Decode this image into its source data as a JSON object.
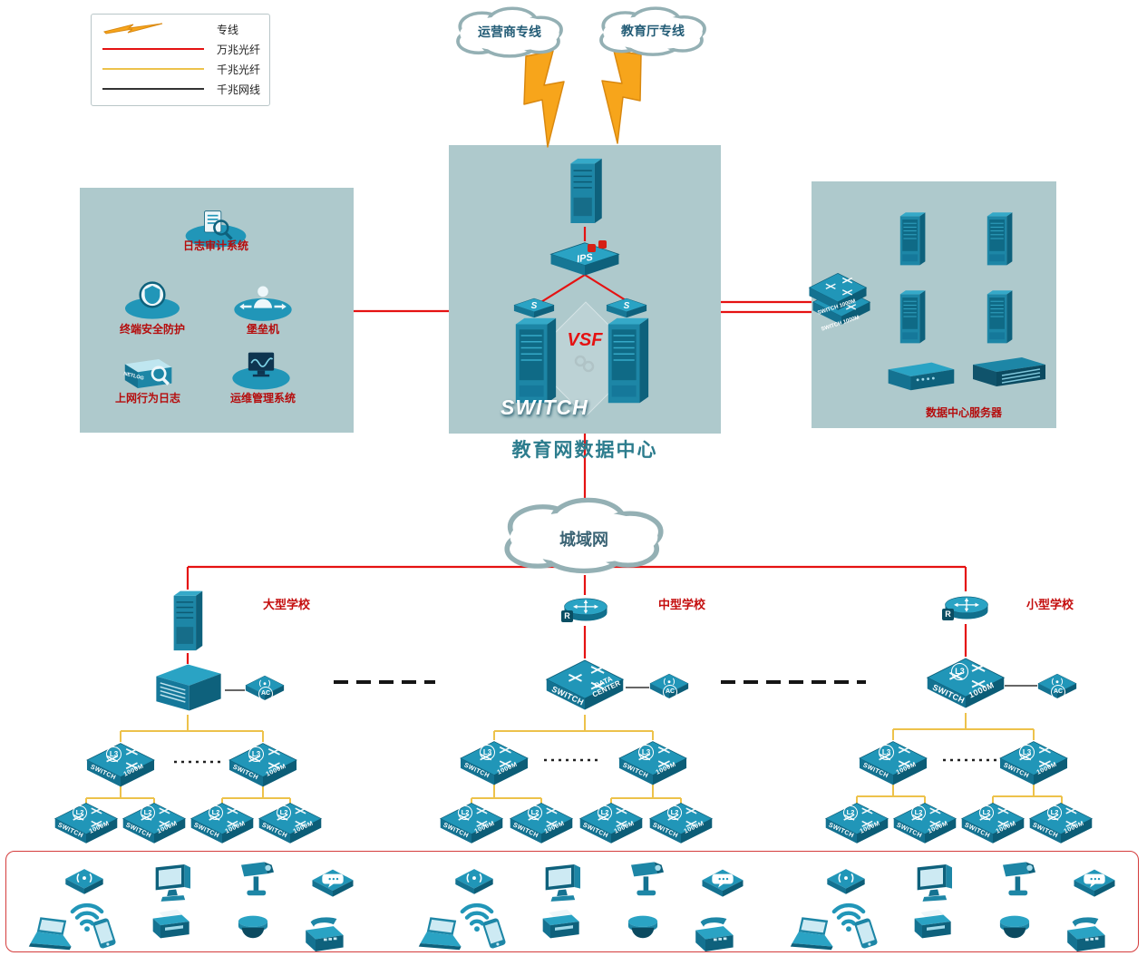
{
  "legend": {
    "items": [
      {
        "type": "lightning",
        "label": "专线"
      },
      {
        "type": "line-red",
        "label": "万兆光纤"
      },
      {
        "type": "line-yellow",
        "label": "千兆光纤"
      },
      {
        "type": "line-black",
        "label": "千兆网线"
      }
    ]
  },
  "clouds": {
    "operator": "运营商专线",
    "education": "教育厅专线",
    "metro": "城域网"
  },
  "data_center": {
    "title": "教育网数据中心",
    "vsf": "VSF",
    "watermark": "SWITCH",
    "ips": "IPS",
    "server_module": "S"
  },
  "security_zone": {
    "items": [
      "日志审计系统",
      "终端安全防护",
      "堡垒机",
      "上网行为日志",
      "运维管理系统"
    ],
    "netlog": "NETLOG"
  },
  "server_zone": {
    "title": "数据中心服务器",
    "switch_label": "SWITCH 1000M"
  },
  "schools": {
    "large": "大型学校",
    "medium": "中型学校",
    "small": "小型学校"
  },
  "device_labels": {
    "l3": "L3",
    "l2": "L2",
    "switch": "SWITCH",
    "speed": "1000M",
    "router": "R",
    "ac": "AC",
    "dc1": "DATA",
    "dc2": "CENTER"
  },
  "colors": {
    "line_10g": "#e51212",
    "line_1g_fiber": "#edc24b",
    "line_1g_copper": "#333333",
    "device_teal": "#2196b8",
    "panel": "#aec9cc"
  }
}
